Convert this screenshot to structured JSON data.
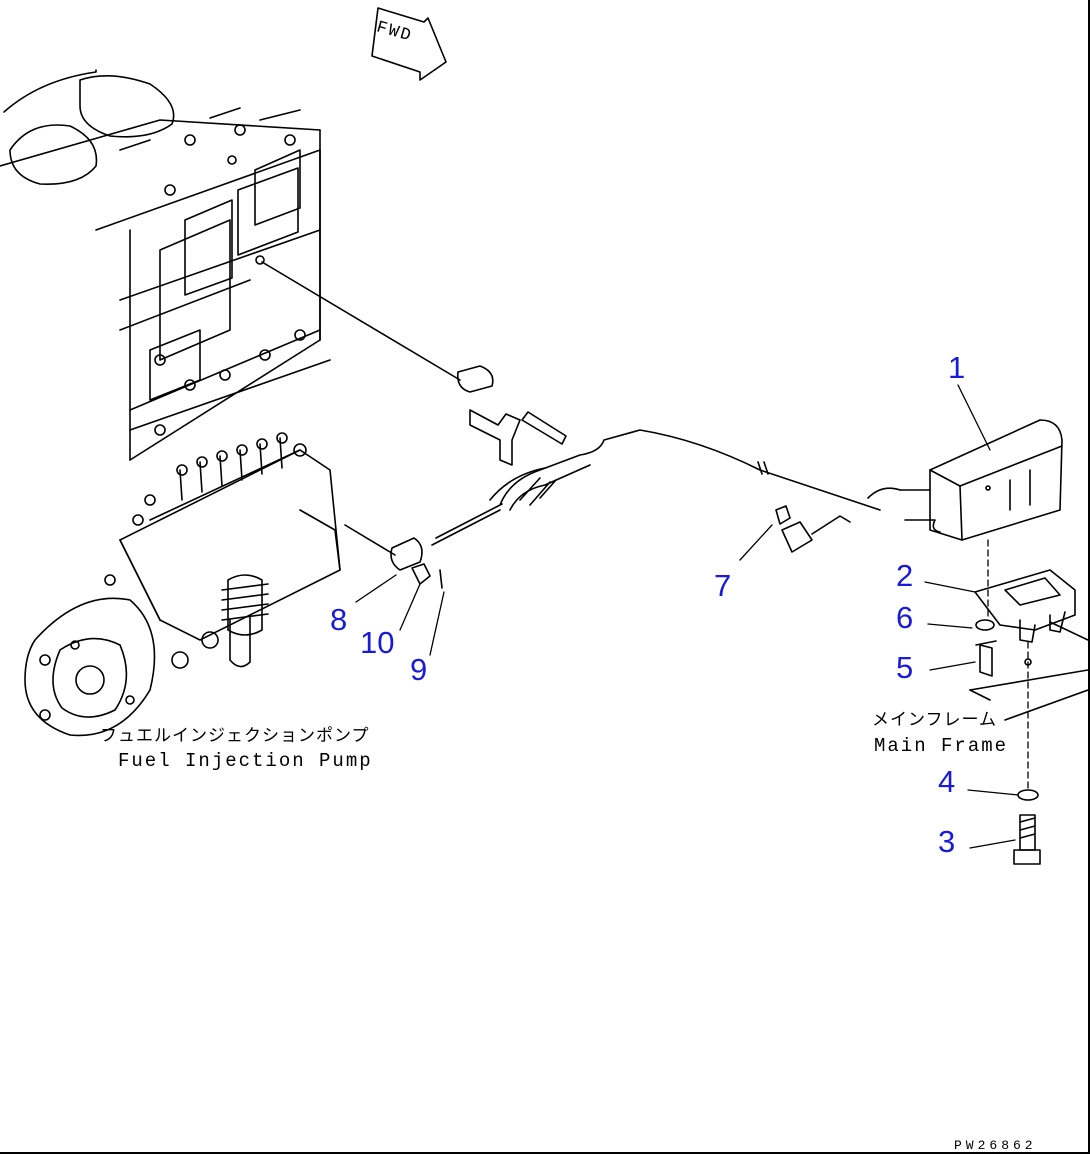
{
  "drawing": {
    "fwd_mark": "FWD",
    "drawing_code": "PW26862"
  },
  "labels": {
    "pump_jp": "フュエルインジェクションポンプ",
    "pump_en": "Fuel Injection Pump",
    "frame_jp": "メインフレーム",
    "frame_en": "Main Frame"
  },
  "callouts": [
    "1",
    "2",
    "3",
    "4",
    "5",
    "6",
    "7",
    "8",
    "9",
    "10"
  ],
  "colors": {
    "callout": "#1a1adc",
    "line": "#000000"
  }
}
